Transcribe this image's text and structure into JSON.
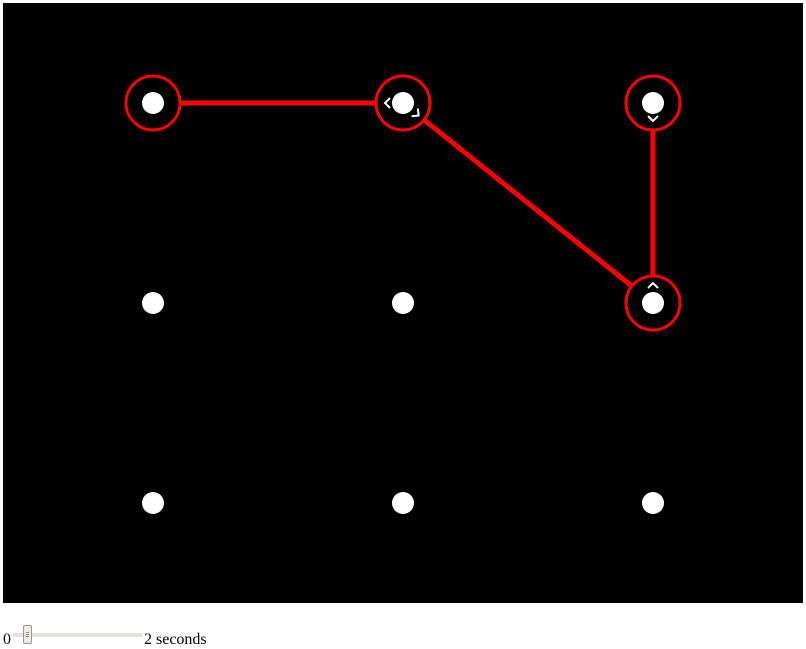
{
  "pattern": {
    "grid_columns": 3,
    "grid_rows": 3,
    "selected_dot_ids": [
      "dot-1-1",
      "dot-1-2",
      "dot-2-3",
      "dot-1-3"
    ],
    "colors": {
      "background": "#000000",
      "dot": "#ffffff",
      "selection": "#ff0000",
      "arrow": "#ffffff"
    }
  },
  "timing": {
    "min_label": "0",
    "max_label": "2 seconds",
    "value_fraction": 0.08
  }
}
